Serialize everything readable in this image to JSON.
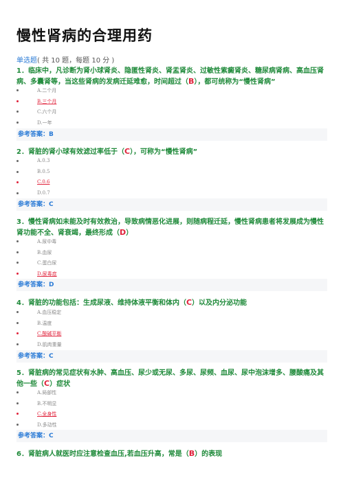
{
  "title": "慢性肾病的合理用药",
  "meta": {
    "type": "单选题",
    "detail": "( 共 10 题，每题 10 分 )"
  },
  "questions": [
    {
      "num": "1．",
      "text_before": "临床中，凡诊断为肾小球肾炎、隐匿性肾炎、肾盂肾炎、过敏性紫癜肾炎、糖尿病肾病、高血压肾病、多囊肾等，当这些肾病的发病迁延难愈，时间超过（",
      "answer": "B",
      "text_after": "），都可统称为“慢性肾病”",
      "options": [
        "A.二个月",
        "B.三个月",
        "C.六个月",
        "D.一年"
      ],
      "ref": "参考答案：B"
    },
    {
      "num": "2．",
      "text_before": "肾脏的肾小球有效滤过率低于（",
      "answer": "C",
      "text_after": "），可称为“慢性肾病”",
      "options": [
        "A.0.3",
        "B.0.5",
        "C.0.6",
        "D.0.7"
      ],
      "ref": "参考答案：C"
    },
    {
      "num": "3．",
      "text_before": "慢性肾病如未能及时有效救治，导致病情恶化进展，则随病程迁延，慢性肾病患者将发展成为慢性肾功能不全、肾衰竭，最终形成（",
      "answer": "D",
      "text_after": "）",
      "options": [
        "A.尿中毒",
        "B.血尿",
        "C.蛋白尿",
        "D.尿毒症"
      ],
      "ref": "参考答案：D"
    },
    {
      "num": "4．",
      "text_before": "肾脏的功能包括：生成尿液、维持体液平衡和体内（",
      "answer": "C",
      "text_after": "）以及内分泌功能",
      "options": [
        "A.血压稳定",
        "B.温度",
        "C.酸碱平衡",
        "D.肌肉重量"
      ],
      "ref": "参考答案：C"
    },
    {
      "num": "5．",
      "text_before": "肾脏病的常见症状有水肿、高血压、尿少或无尿、多尿、尿频、血尿、尿中泡沫增多、腰酸痛及其他一些（",
      "answer": "C",
      "text_after": "）症状",
      "options": [
        "A.局部性",
        "B.不明显",
        "C.全身性",
        "D.多动性"
      ],
      "ref": "参考答案：C"
    },
    {
      "num": "6．",
      "text_before": "肾脏病人就医时应注意检查血压,若血压升高，常是（",
      "answer": "B",
      "text_after": "）的表现",
      "options": [],
      "ref": ""
    }
  ]
}
